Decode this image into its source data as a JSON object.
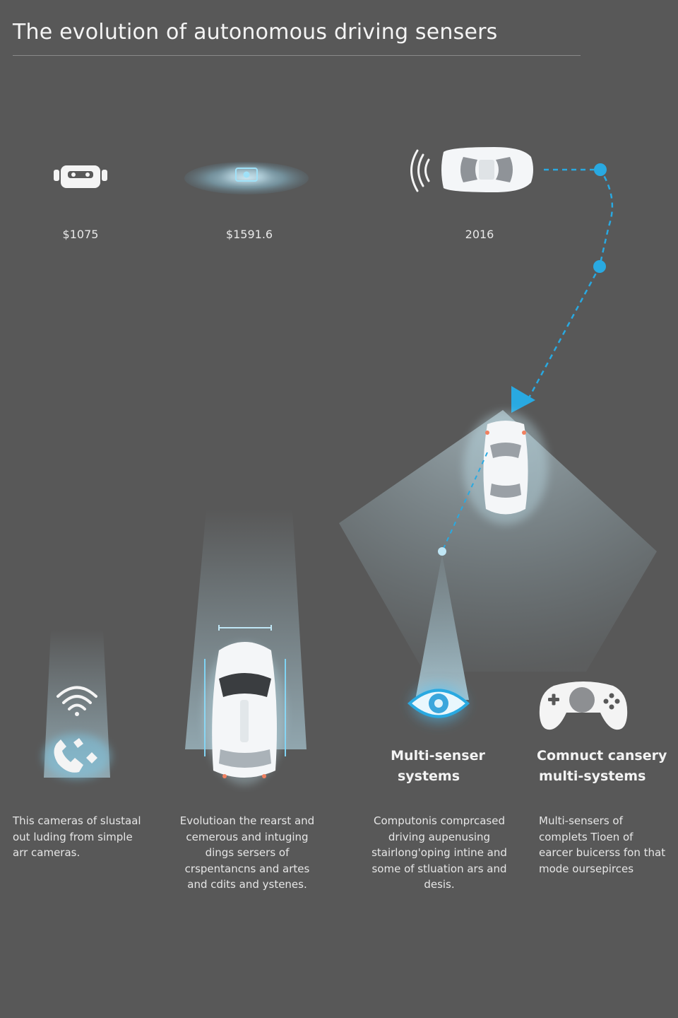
{
  "title": "The evolution of autonomous driving sensers",
  "timeline": {
    "labels": [
      "$1075",
      "$1591.6",
      "2016"
    ]
  },
  "columns": [
    {
      "heading_lines": [],
      "icon": "wifi-signal-and-phone-icon",
      "description_lines": [
        "This cameras of slustaal",
        "out luding from simple",
        "arr cameras."
      ]
    },
    {
      "heading_lines": [],
      "icon": "car-top-view-icon",
      "description_lines": [
        "Evolutioan the rearst and",
        "cemerous and intuging",
        "dings sersers of",
        "crspentancns and artes",
        "and cdits and ystenes."
      ]
    },
    {
      "heading_lines": [
        "Multi-senser",
        "systems"
      ],
      "icon": "eye-sensor-icon",
      "description_lines": [
        "Computonis comprcased",
        "driving aupenusing",
        "stairlong'oping intine and",
        "some of stluation ars and",
        "desis."
      ]
    },
    {
      "heading_lines": [
        "Comnuct cansery",
        "multi-systems"
      ],
      "icon": "gamepad-controller-icon",
      "description_lines": [
        "Multi-sensers of",
        "complets Tioen of",
        "earcer buicerss fon that",
        "mode oursepirces"
      ]
    }
  ],
  "colors": {
    "background": "#585858",
    "accent": "#29a9e1",
    "glow": "#bfe6f5",
    "vehicle": "#f4f6f8"
  }
}
